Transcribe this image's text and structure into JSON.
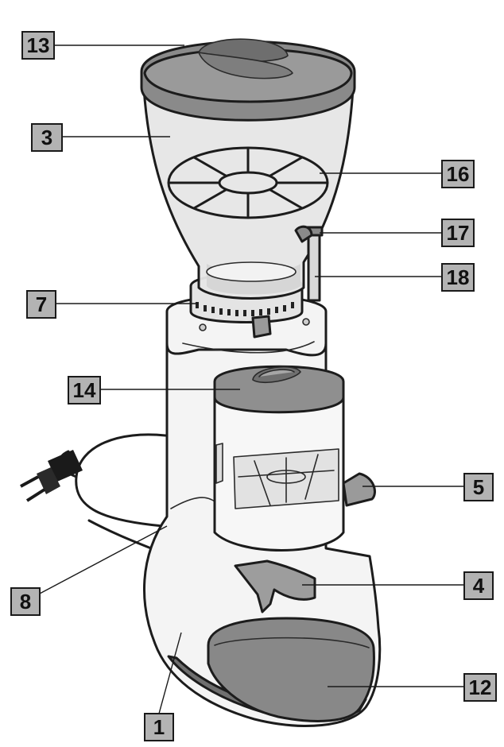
{
  "callouts": [
    {
      "id": "13",
      "label": "13"
    },
    {
      "id": "3",
      "label": "3"
    },
    {
      "id": "16",
      "label": "16"
    },
    {
      "id": "17",
      "label": "17"
    },
    {
      "id": "18",
      "label": "18"
    },
    {
      "id": "7",
      "label": "7"
    },
    {
      "id": "14",
      "label": "14"
    },
    {
      "id": "5",
      "label": "5"
    },
    {
      "id": "8",
      "label": "8"
    },
    {
      "id": "4",
      "label": "4"
    },
    {
      "id": "12",
      "label": "12"
    },
    {
      "id": "1",
      "label": "1"
    }
  ],
  "colors": {
    "callout_fill": "#b3b3b3",
    "body_fill": "#f4f4f4",
    "lid_fill": "#8f8f8f",
    "tray_fill": "#8a8a8a",
    "hopper_fill": "#e3e3e3",
    "outline": "#1c1c1c"
  }
}
